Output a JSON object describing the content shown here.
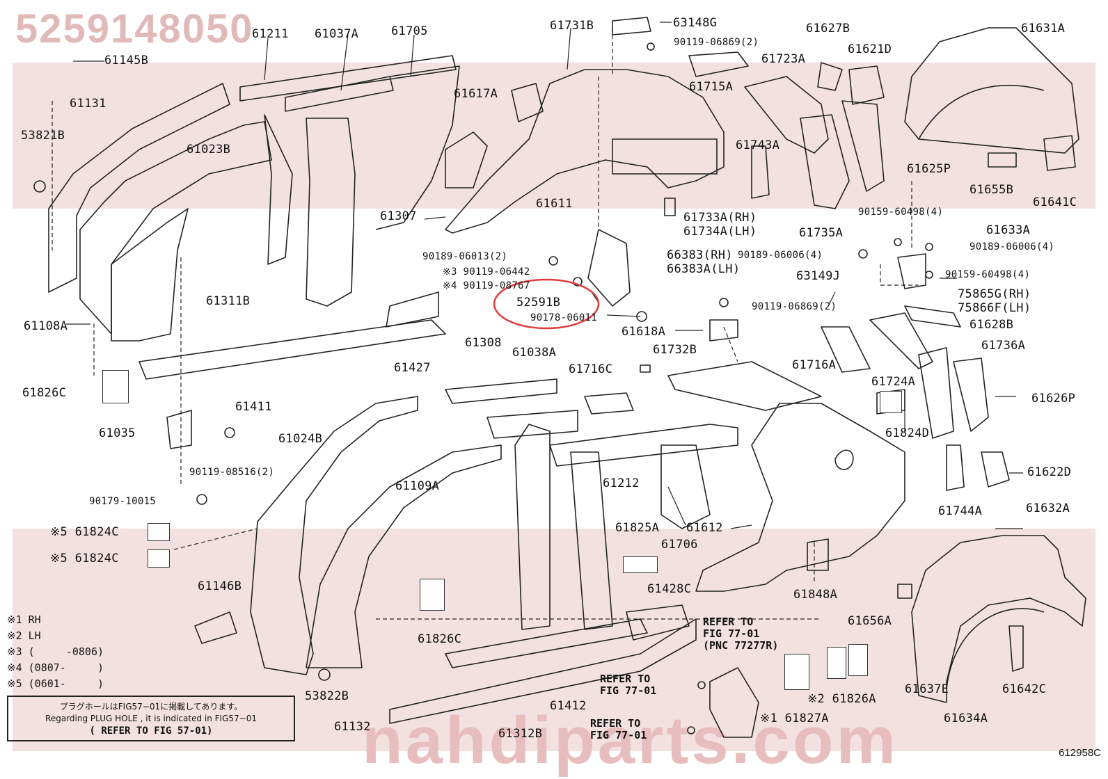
{
  "part_number": "5259148050",
  "figure_id": "612958C",
  "watermark": "nahdiparts.com",
  "highlight": {
    "part": "52591B",
    "color": "#e23b3b"
  },
  "labels": {
    "l61145B": "61145B",
    "l61211": "61211",
    "l61037A": "61037A",
    "l61705": "61705",
    "l61731B": "61731B",
    "l63148G": "63148G",
    "l90119_06869a": "90119-06869(2)",
    "l61627B": "61627B",
    "l61631A": "61631A",
    "l61131": "61131",
    "l61617A": "61617A",
    "l61723A": "61723A",
    "l61621D": "61621D",
    "l61715A": "61715A",
    "l53821B": "53821B",
    "l61023B": "61023B",
    "l61743A": "61743A",
    "l61625P": "61625P",
    "l61655B": "61655B",
    "l61641C": "61641C",
    "l61611": "61611",
    "l90159_60498a": "90159-60498(4)",
    "l61307": "61307",
    "l61733A": "61733A(RH)",
    "l61734A": "61734A(LH)",
    "l61735A": "61735A",
    "l61633A": "61633A",
    "l90189_06013": "90189-06013(2)",
    "l66383": "66383(RH)",
    "l66383A": "66383A(LH)",
    "l90189_06006a": "90189-06006(4)",
    "l90189_06006b": "90189-06006(4)",
    "l90119_06442": "※3 90119-06442",
    "l90119_08767": "※4 90119-08767",
    "l63149J": "63149J",
    "l90159_60498b": "90159-60498(4)",
    "l61311B": "61311B",
    "l52591B": "52591B",
    "l90119_06869b": "90119-06869(2)",
    "l75865G": "75865G(RH)",
    "l75866F": "75866F(LH)",
    "l61108A": "61108A",
    "l90178_06011": "90178-06011",
    "l61618A": "61618A",
    "l61628B": "61628B",
    "l61308": "61308",
    "l61038A": "61038A",
    "l61736A": "61736A",
    "l61427": "61427",
    "l61716C": "61716C",
    "l61732B": "61732B",
    "l61716A": "61716A",
    "l61724A": "61724A",
    "l61826C": "61826C",
    "l61626P": "61626P",
    "l61411": "61411",
    "l61035": "61035",
    "l61024B": "61024B",
    "l61824D": "61824D",
    "l90119_08516": "90119-08516(2)",
    "l61212": "61212",
    "l61622D": "61622D",
    "l61109A": "61109A",
    "l90179_10015": "90179-10015",
    "l61744A": "61744A",
    "l61632A": "61632A",
    "l61825A": "61825A",
    "l61612": "61612",
    "l61824C_1": "※5 61824C",
    "l61706": "61706",
    "l61824C_2": "※5 61824C",
    "l61146B": "61146B",
    "l61428C": "61428C",
    "l61848A": "61848A",
    "l61656A": "61656A",
    "l61826C_b": "61826C",
    "l61826A": "※2 61826A",
    "l61637E": "61637E",
    "l61642C": "61642C",
    "l53822B": "53822B",
    "l61412": "61412",
    "l61827A": "※1 61827A",
    "l61634A": "61634A",
    "l61132": "61132",
    "l61312B": "61312B"
  },
  "refer": {
    "r1": "REFER TO\nFIG 77-01\n(PNC 77277R)",
    "r2": "REFER TO\nFIG 77-01",
    "r3": "REFER TO\nFIG 77-01"
  },
  "legend": {
    "n1": "※1 RH",
    "n2": "※2 LH",
    "n3": "※3 (     -0806)",
    "n4": "※4 (0807-     )",
    "n5": "※5 (0601-     )"
  },
  "note": {
    "jp": "プラグホールはFIG57−01に掲載してあります。",
    "en": "Regarding PLUG HOLE , it is indicated in FIG57−01",
    "ref": "( REFER TO FIG 57-01)"
  }
}
